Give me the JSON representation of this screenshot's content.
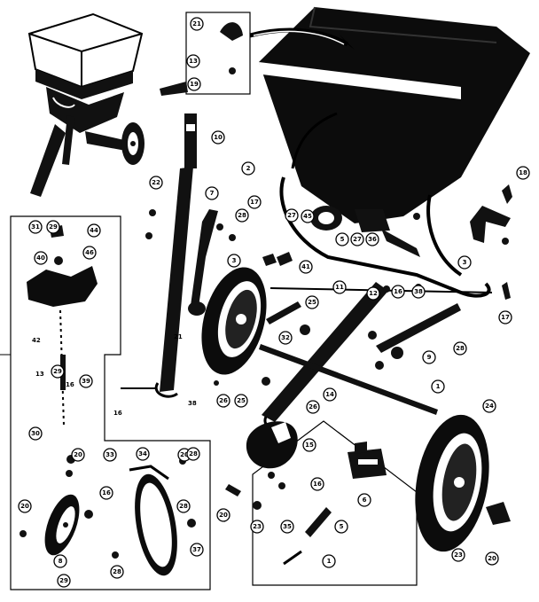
{
  "diagram": {
    "callouts": [
      {
        "id": "c-panel-21",
        "text": "21"
      },
      {
        "id": "c-panel-13",
        "text": "13"
      },
      {
        "id": "c-panel-19",
        "text": "19"
      },
      {
        "id": "c-10",
        "text": "10"
      },
      {
        "id": "c-22",
        "text": "22"
      },
      {
        "id": "c-2",
        "text": "2"
      },
      {
        "id": "c-18",
        "text": "18"
      },
      {
        "id": "c-3",
        "text": "3"
      },
      {
        "id": "c-7",
        "text": "7"
      },
      {
        "id": "c-17a",
        "text": "17"
      },
      {
        "id": "c-28a",
        "text": "28"
      },
      {
        "id": "c-27a",
        "text": "27"
      },
      {
        "id": "c-5",
        "text": "5"
      },
      {
        "id": "c-27b",
        "text": "27"
      },
      {
        "id": "c-45",
        "text": "45"
      },
      {
        "id": "c-36",
        "text": "36"
      },
      {
        "id": "c-16a",
        "text": "16"
      },
      {
        "id": "c-17b",
        "text": "17"
      },
      {
        "id": "c-3b",
        "text": "3"
      },
      {
        "id": "c-31",
        "text": "31"
      },
      {
        "id": "c-44a",
        "text": "44"
      },
      {
        "id": "c-40",
        "text": "40"
      },
      {
        "id": "c-46",
        "text": "46"
      },
      {
        "id": "c-41",
        "text": "41"
      },
      {
        "id": "c-11",
        "text": "11"
      },
      {
        "id": "c-12",
        "text": "12"
      },
      {
        "id": "c-25a",
        "text": "25"
      },
      {
        "id": "c-32",
        "text": "32"
      },
      {
        "id": "c-38",
        "text": "38"
      },
      {
        "id": "c-28b",
        "text": "28"
      },
      {
        "id": "c-9",
        "text": "9"
      },
      {
        "id": "c-26a",
        "text": "26"
      },
      {
        "id": "c-25b",
        "text": "25"
      },
      {
        "id": "c-26b",
        "text": "26"
      },
      {
        "id": "c-14",
        "text": "14"
      },
      {
        "id": "c-1a",
        "text": "1"
      },
      {
        "id": "c-24",
        "text": "24"
      },
      {
        "id": "c-15",
        "text": "15"
      },
      {
        "id": "c-6",
        "text": "6"
      },
      {
        "id": "c-16b",
        "text": "16"
      },
      {
        "id": "c-35",
        "text": "35"
      },
      {
        "id": "c-5b",
        "text": "5"
      },
      {
        "id": "c-1b",
        "text": "1"
      },
      {
        "id": "c-23",
        "text": "23"
      },
      {
        "id": "c-20",
        "text": "20"
      },
      {
        "id": "c-29a",
        "text": "29"
      },
      {
        "id": "c-39",
        "text": "39"
      },
      {
        "id": "c-29b",
        "text": "29"
      },
      {
        "id": "c-30",
        "text": "30"
      },
      {
        "id": "c-33",
        "text": "33"
      },
      {
        "id": "c-34",
        "text": "34"
      },
      {
        "id": "c-20b",
        "text": "20"
      },
      {
        "id": "c-28c",
        "text": "28"
      },
      {
        "id": "c-8",
        "text": "8"
      },
      {
        "id": "c-29c",
        "text": "29"
      },
      {
        "id": "c-28d",
        "text": "28"
      },
      {
        "id": "c-20c",
        "text": "20"
      },
      {
        "id": "c-37",
        "text": "37"
      },
      {
        "id": "c-28e",
        "text": "28"
      },
      {
        "id": "c-20d",
        "text": "20"
      },
      {
        "id": "c-16c",
        "text": "16"
      },
      {
        "id": "c-23b",
        "text": "23"
      },
      {
        "id": "c-20e",
        "text": "20"
      }
    ],
    "loose_labels": [
      {
        "id": "l-42",
        "text": "42"
      },
      {
        "id": "l-13",
        "text": "13"
      },
      {
        "id": "l-16",
        "text": "16"
      },
      {
        "id": "l-21",
        "text": "21"
      },
      {
        "id": "l-16b",
        "text": "16"
      },
      {
        "id": "l-38",
        "text": "38"
      }
    ]
  }
}
